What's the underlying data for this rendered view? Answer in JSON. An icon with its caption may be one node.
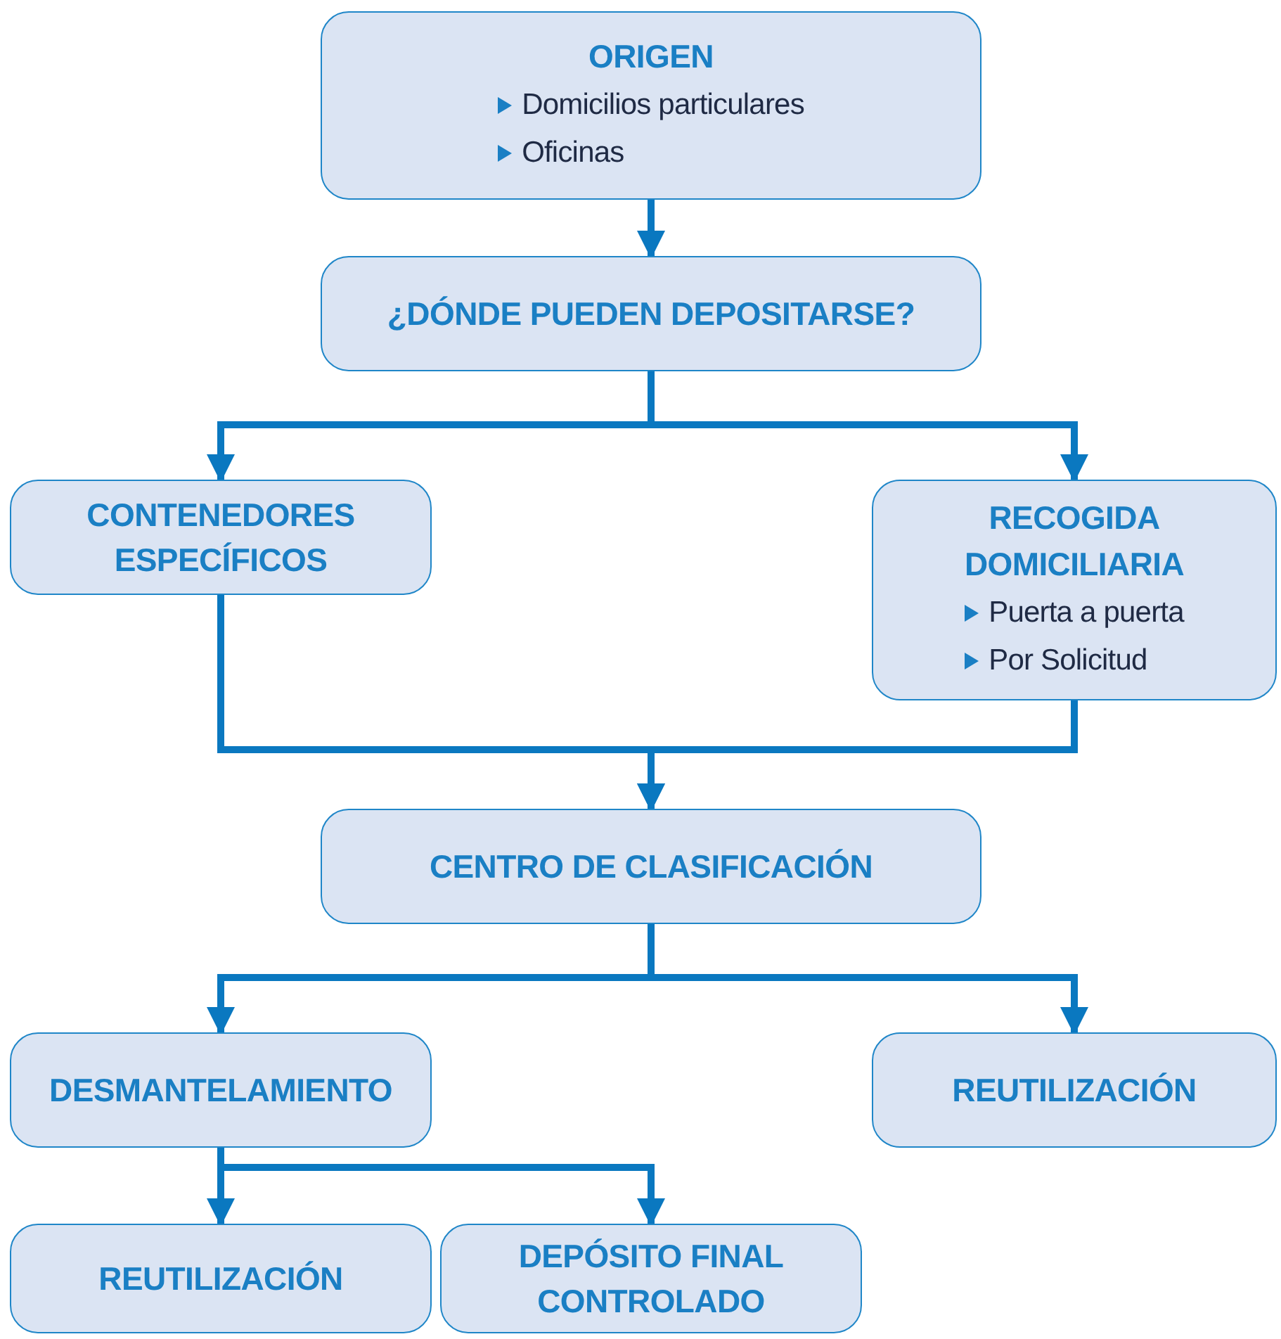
{
  "diagram": {
    "nodes": [
      {
        "text": [
          "ORIGEN",
          "Domicilios particulares",
          "Oficinas"
        ]
      },
      {
        "text": [
          "¿DÓNDE PUEDEN DEPOSITARSE?"
        ]
      },
      {
        "text": [
          "CONTENEDORES ESPECÍFICOS"
        ]
      },
      {
        "text": [
          "RECOGIDA DOMICILIARIA",
          "Puerta a puerta",
          "Por Solicitud"
        ]
      },
      {
        "text": [
          "CENTRO DE CLASIFICACIÓN"
        ]
      },
      {
        "text": [
          "DESMANTELAMIENTO"
        ]
      },
      {
        "text": [
          "REUTILIZACIÓN"
        ]
      },
      {
        "text": [
          "REUTILIZACIÓN"
        ]
      },
      {
        "text": [
          "DEPÓSITO FINAL CONTROLADO"
        ]
      }
    ],
    "edges": [
      {
        "from": 0,
        "to": 1,
        "arrow": "to"
      },
      {
        "from": 1,
        "to": 2,
        "arrow": "to"
      },
      {
        "from": 1,
        "to": 3,
        "arrow": "to"
      },
      {
        "from": 2,
        "to": 4,
        "arrow": "to"
      },
      {
        "from": 3,
        "to": 4,
        "arrow": "to"
      },
      {
        "from": 4,
        "to": 5,
        "arrow": "to"
      },
      {
        "from": 4,
        "to": 6,
        "arrow": "to"
      },
      {
        "from": 5,
        "to": 7,
        "arrow": "to"
      },
      {
        "from": 5,
        "to": 8,
        "arrow": "to"
      }
    ]
  }
}
